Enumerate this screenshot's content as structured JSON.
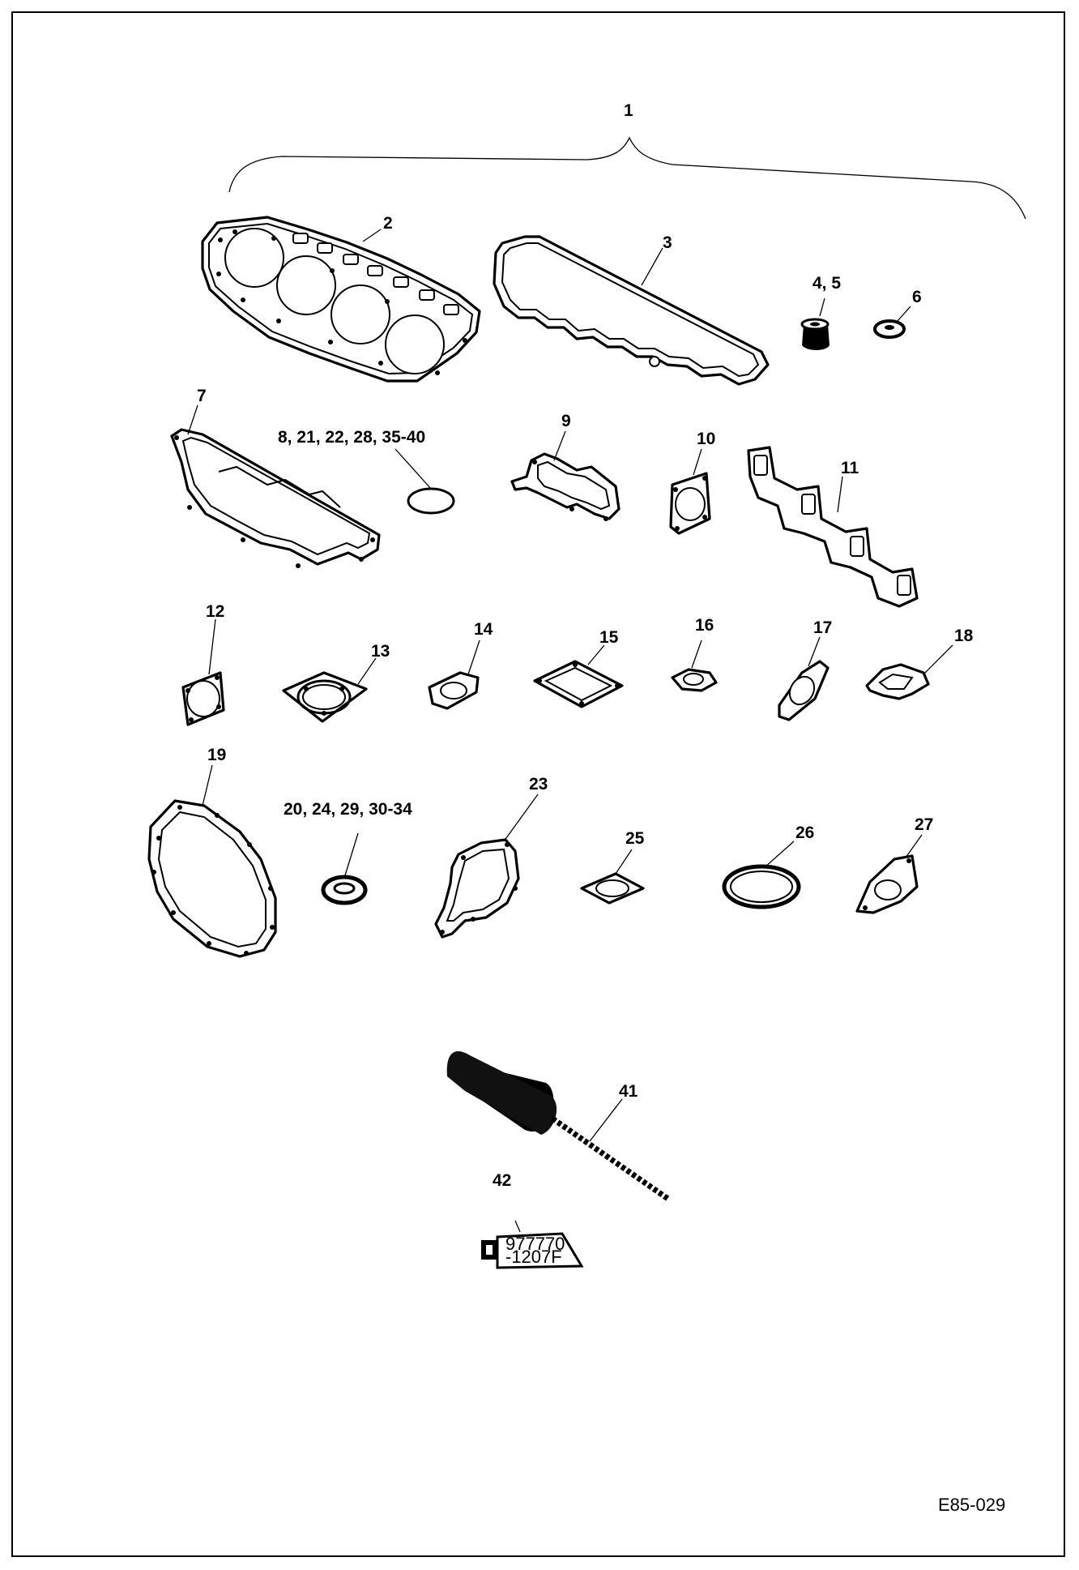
{
  "drawing_code": "E85-029",
  "callouts": {
    "c1": "1",
    "c2": "2",
    "c3": "3",
    "c4_5": "4, 5",
    "c6": "6",
    "c7": "7",
    "c8": "8, 21, 22, 28, 35-40",
    "c9": "9",
    "c10": "10",
    "c11": "11",
    "c12": "12",
    "c13": "13",
    "c14": "14",
    "c15": "15",
    "c16": "16",
    "c17": "17",
    "c18": "18",
    "c19": "19",
    "c20": "20, 24, 29,  30-34",
    "c23": "23",
    "c25": "25",
    "c26": "26",
    "c27": "27",
    "c41": "41",
    "c42": "42"
  },
  "tube_label": {
    "line1": "977770",
    "line2": "-1207F"
  }
}
